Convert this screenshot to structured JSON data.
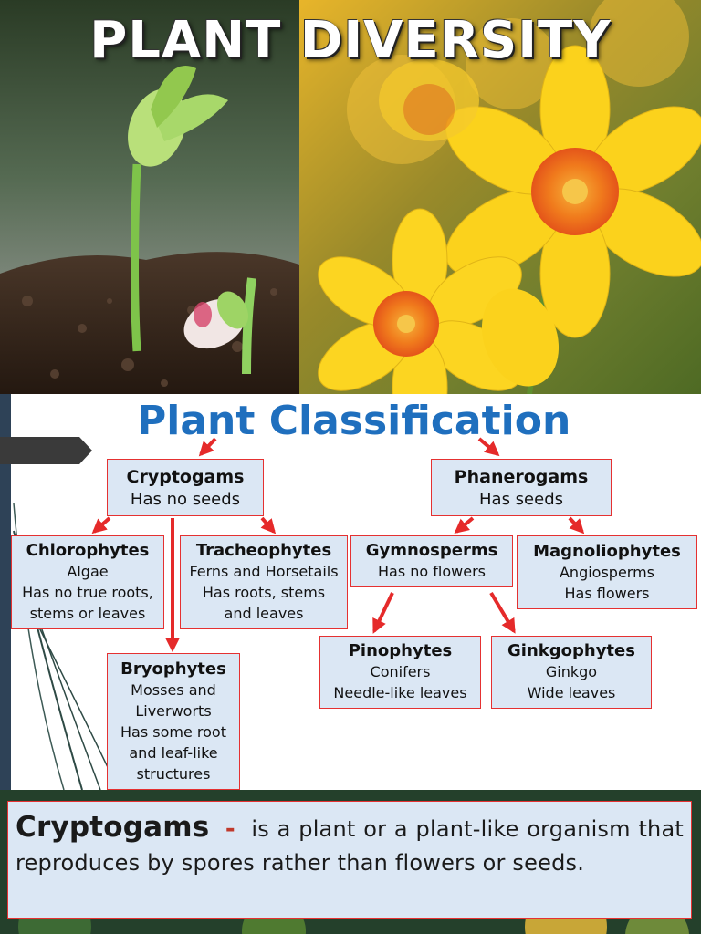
{
  "banner": {
    "title": "PLANT DIVERSITY"
  },
  "diagram": {
    "title": "Plant Classification",
    "nodes": {
      "cryptogams": {
        "name": "Cryptogams",
        "lines": [
          "Has no seeds"
        ]
      },
      "phanerogams": {
        "name": "Phanerogams",
        "lines": [
          "Has seeds"
        ]
      },
      "chlorophytes": {
        "name": "Chlorophytes",
        "lines": [
          "Algae",
          "Has no true roots,",
          "stems or leaves"
        ]
      },
      "tracheophytes": {
        "name": "Tracheophytes",
        "lines": [
          "Ferns and Horsetails",
          "Has roots, stems",
          "and leaves"
        ]
      },
      "bryophytes": {
        "name": "Bryophytes",
        "lines": [
          "Mosses and",
          "Liverworts",
          "Has some root",
          "and leaf-like",
          "structures"
        ]
      },
      "gymnosperms": {
        "name": "Gymnosperms",
        "lines": [
          "Has no flowers"
        ]
      },
      "magnoliophytes": {
        "name": "Magnoliophytes",
        "lines": [
          "Angiosperms",
          "Has flowers"
        ]
      },
      "pinophytes": {
        "name": "Pinophytes",
        "lines": [
          "Conifers",
          "Needle-like leaves"
        ]
      },
      "ginkgophytes": {
        "name": "Ginkgophytes",
        "lines": [
          "Ginkgo",
          "Wide leaves"
        ]
      }
    }
  },
  "definition": {
    "term": "Cryptogams",
    "separator": "-",
    "text": "is a plant or a plant-like organism that reproduces by spores rather than flowers or seeds."
  },
  "colors": {
    "title_blue": "#1f6fbe",
    "node_fill": "#dbe7f4",
    "node_border": "#e53131",
    "arrow_red": "#e52a2a",
    "rail_navy": "#2e4257"
  }
}
